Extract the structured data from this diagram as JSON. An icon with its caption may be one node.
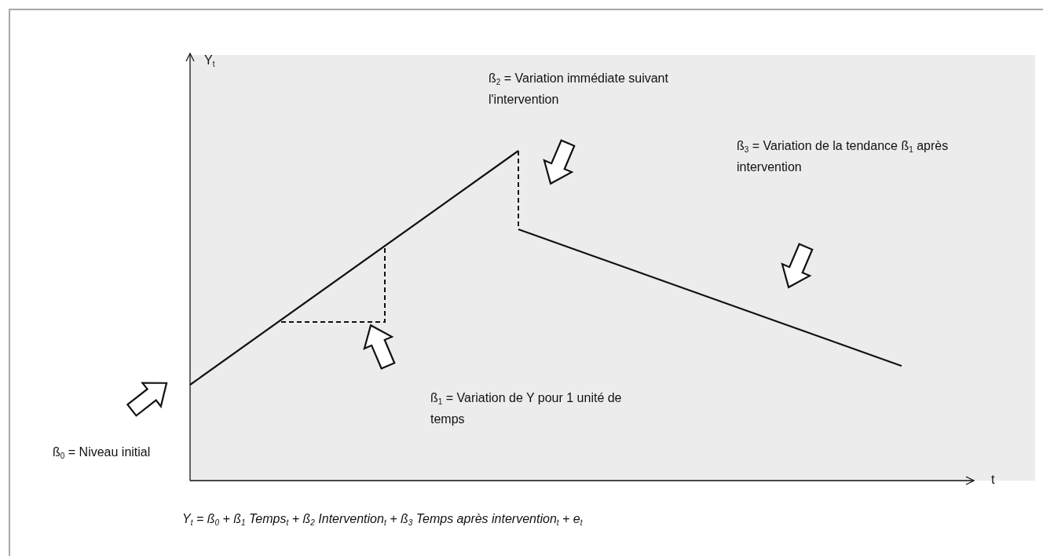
{
  "diagram": {
    "labels": [
      "Y$_{t}$",
      "ß$_{2}$ = Variation immédiate suivant l'intervention",
      "ß$_{3}$ = Variation de la tendance ß$_{1}$ après intervention",
      "ß$_{1}$ = Variation de Y pour 1 unité de temps",
      "ß$_{0}$ = Niveau initial",
      "t",
      "Y$_{t}$ = ß$_{0}$ + ß$_{1}$ Temps$_{t}$ + ß$_{2}$ Intervention$_{t}$ + ß$_{3}$ Temps après intervention$_{t}$ + e$_{t}$"
    ]
  }
}
